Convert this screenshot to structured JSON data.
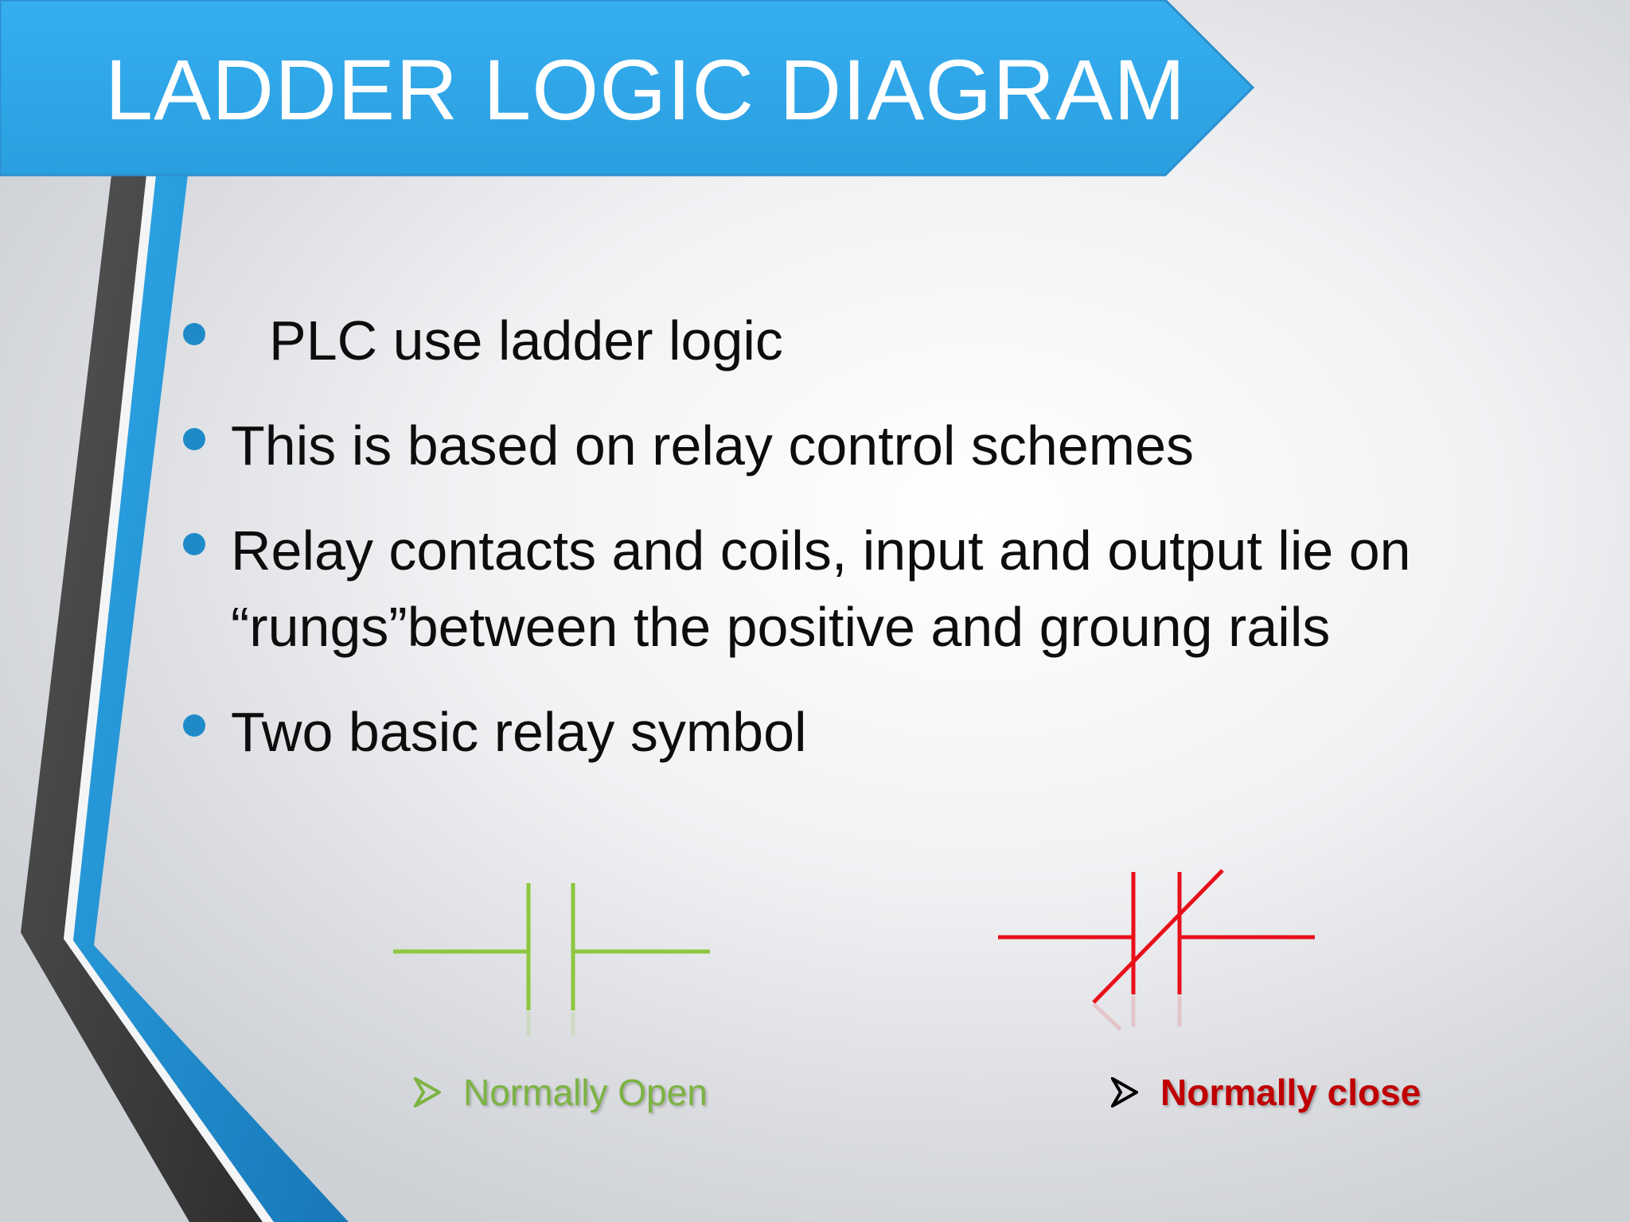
{
  "slide": {
    "title": "LADDER LOGIC DIAGRAM",
    "bullets": [
      {
        "text": "PLC use ladder logic"
      },
      {
        "text": "This is based on relay control schemes"
      },
      {
        "text": "Relay contacts and coils, input and output lie on “rungs”between the positive and groung rails"
      },
      {
        "text": "Two basic relay symbol"
      }
    ],
    "symbols": {
      "normally_open": {
        "label": "Normally Open",
        "color": "#8dc63f"
      },
      "normally_close": {
        "label": "Normally close",
        "color": "#e8101a"
      }
    }
  },
  "colors": {
    "accent": "#2ea8e8",
    "accent_dark": "#1a7fc0",
    "dark_stripe": "#3f3f3f",
    "bullet": "#1e8bc8",
    "text": "#0d0d0d"
  },
  "icons": [
    "arrowhead-bullet-icon"
  ]
}
